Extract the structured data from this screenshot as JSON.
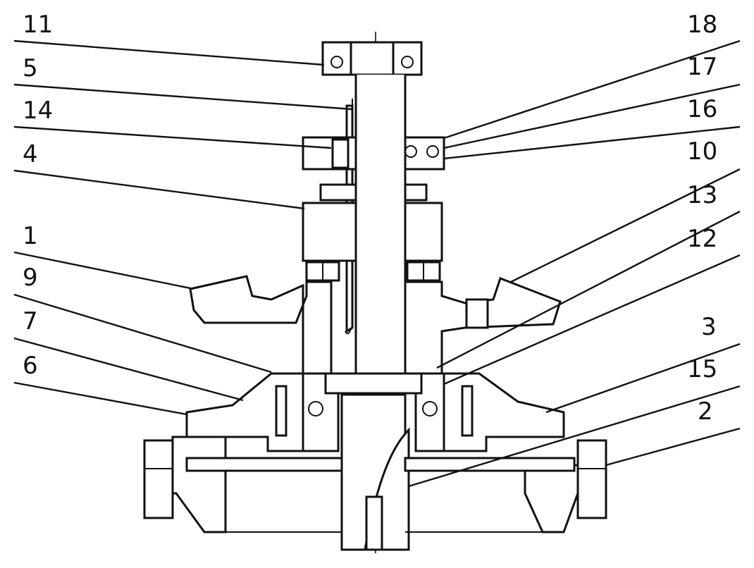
{
  "callouts": {
    "left": [
      "11",
      "5",
      "14",
      "4",
      "1",
      "9",
      "7",
      "6"
    ],
    "right": [
      "18",
      "17",
      "16",
      "10",
      "13",
      "12",
      "3",
      "15",
      "2"
    ]
  },
  "colors": {
    "ink": "#111111",
    "paper": "#ffffff"
  }
}
